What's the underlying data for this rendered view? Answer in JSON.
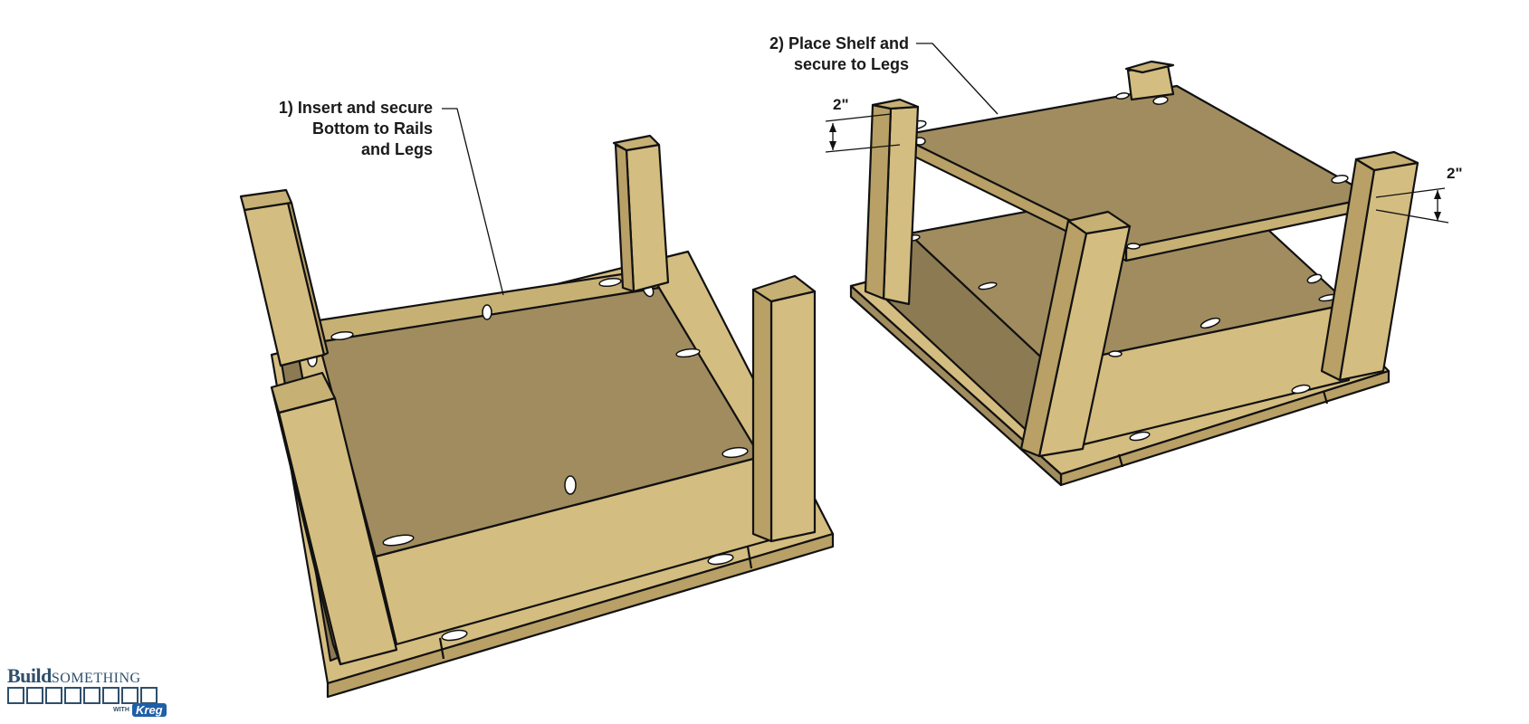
{
  "callouts": {
    "step1": [
      "1) Insert and secure",
      "Bottom to Rails",
      "and Legs"
    ],
    "step2": [
      "2) Place Shelf and",
      "secure to Legs"
    ]
  },
  "dimensions": {
    "left_gap": "2\"",
    "right_gap": "2\""
  },
  "logo": {
    "build": "Build",
    "something": "SOMETHING",
    "with": "WITH",
    "kreg": "Kreg"
  },
  "colors": {
    "wood_light": "#d4bd80",
    "wood_mid": "#b8a066",
    "wood_dark": "#a08c5e",
    "wood_shadow": "#8c7a52",
    "outline": "#111111",
    "logo_blue": "#2f4f6b",
    "kreg_blue": "#1f5fa8"
  }
}
